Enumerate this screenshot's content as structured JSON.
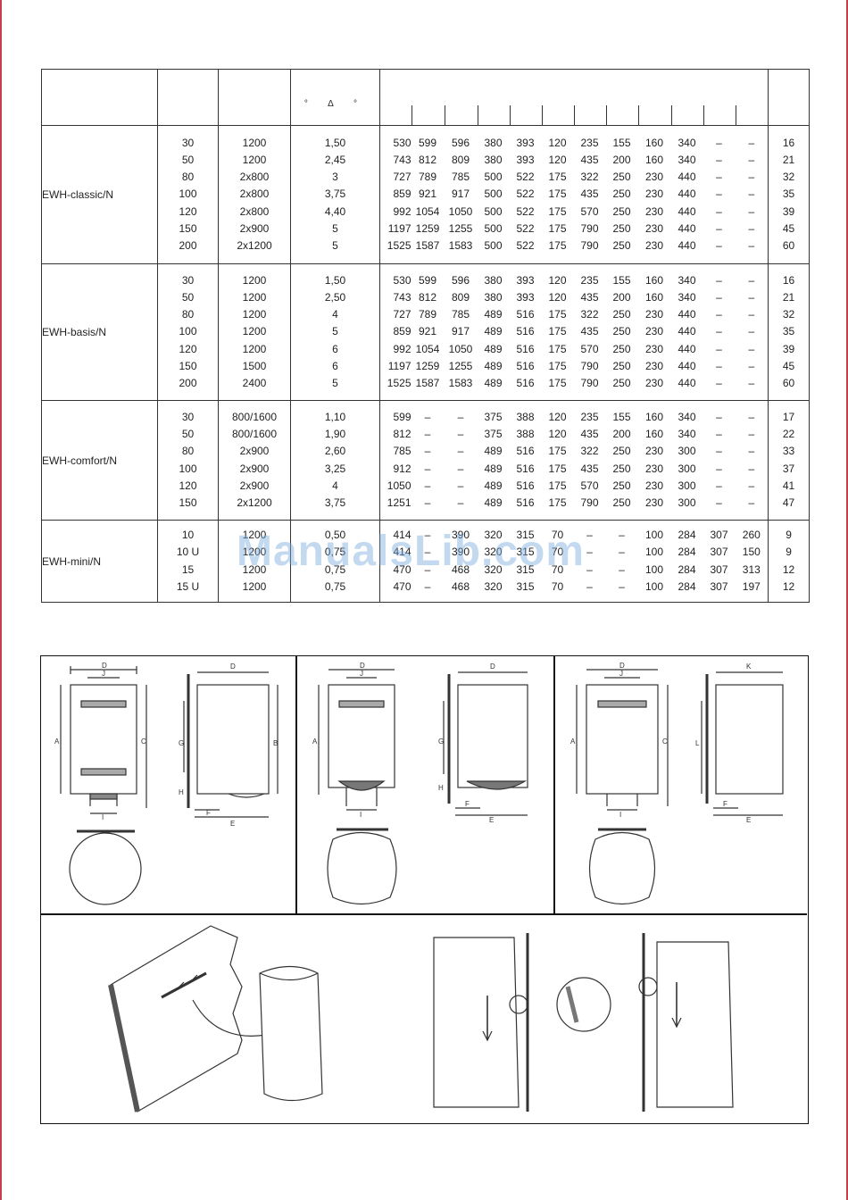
{
  "table": {
    "header": {
      "temp_symbols": "°  Δ  °"
    },
    "groups": [
      {
        "model": "EWH-classic/N",
        "rows": [
          [
            "30",
            "1200",
            "1,50",
            "530",
            "599",
            "596",
            "380",
            "393",
            "120",
            "235",
            "155",
            "160",
            "340",
            "–",
            "–",
            "16"
          ],
          [
            "50",
            "1200",
            "2,45",
            "743",
            "812",
            "809",
            "380",
            "393",
            "120",
            "435",
            "200",
            "160",
            "340",
            "–",
            "–",
            "21"
          ],
          [
            "80",
            "2x800",
            "3",
            "727",
            "789",
            "785",
            "500",
            "522",
            "175",
            "322",
            "250",
            "230",
            "440",
            "–",
            "–",
            "32"
          ],
          [
            "100",
            "2x800",
            "3,75",
            "859",
            "921",
            "917",
            "500",
            "522",
            "175",
            "435",
            "250",
            "230",
            "440",
            "–",
            "–",
            "35"
          ],
          [
            "120",
            "2x800",
            "4,40",
            "992",
            "1054",
            "1050",
            "500",
            "522",
            "175",
            "570",
            "250",
            "230",
            "440",
            "–",
            "–",
            "39"
          ],
          [
            "150",
            "2x900",
            "5",
            "1197",
            "1259",
            "1255",
            "500",
            "522",
            "175",
            "790",
            "250",
            "230",
            "440",
            "–",
            "–",
            "45"
          ],
          [
            "200",
            "2x1200",
            "5",
            "1525",
            "1587",
            "1583",
            "500",
            "522",
            "175",
            "790",
            "250",
            "230",
            "440",
            "–",
            "–",
            "60"
          ]
        ]
      },
      {
        "model": "EWH-basis/N",
        "rows": [
          [
            "30",
            "1200",
            "1,50",
            "530",
            "599",
            "596",
            "380",
            "393",
            "120",
            "235",
            "155",
            "160",
            "340",
            "–",
            "–",
            "16"
          ],
          [
            "50",
            "1200",
            "2,50",
            "743",
            "812",
            "809",
            "380",
            "393",
            "120",
            "435",
            "200",
            "160",
            "340",
            "–",
            "–",
            "21"
          ],
          [
            "80",
            "1200",
            "4",
            "727",
            "789",
            "785",
            "489",
            "516",
            "175",
            "322",
            "250",
            "230",
            "440",
            "–",
            "–",
            "32"
          ],
          [
            "100",
            "1200",
            "5",
            "859",
            "921",
            "917",
            "489",
            "516",
            "175",
            "435",
            "250",
            "230",
            "440",
            "–",
            "–",
            "35"
          ],
          [
            "120",
            "1200",
            "6",
            "992",
            "1054",
            "1050",
            "489",
            "516",
            "175",
            "570",
            "250",
            "230",
            "440",
            "–",
            "–",
            "39"
          ],
          [
            "150",
            "1500",
            "6",
            "1197",
            "1259",
            "1255",
            "489",
            "516",
            "175",
            "790",
            "250",
            "230",
            "440",
            "–",
            "–",
            "45"
          ],
          [
            "200",
            "2400",
            "5",
            "1525",
            "1587",
            "1583",
            "489",
            "516",
            "175",
            "790",
            "250",
            "230",
            "440",
            "–",
            "–",
            "60"
          ]
        ]
      },
      {
        "model": "EWH-comfort/N",
        "rows": [
          [
            "30",
            "800/1600",
            "1,10",
            "599",
            "–",
            "–",
            "375",
            "388",
            "120",
            "235",
            "155",
            "160",
            "340",
            "–",
            "–",
            "17"
          ],
          [
            "50",
            "800/1600",
            "1,90",
            "812",
            "–",
            "–",
            "375",
            "388",
            "120",
            "435",
            "200",
            "160",
            "340",
            "–",
            "–",
            "22"
          ],
          [
            "80",
            "2x900",
            "2,60",
            "785",
            "–",
            "–",
            "489",
            "516",
            "175",
            "322",
            "250",
            "230",
            "300",
            "–",
            "–",
            "33"
          ],
          [
            "100",
            "2x900",
            "3,25",
            "912",
            "–",
            "–",
            "489",
            "516",
            "175",
            "435",
            "250",
            "230",
            "300",
            "–",
            "–",
            "37"
          ],
          [
            "120",
            "2x900",
            "4",
            "1050",
            "–",
            "–",
            "489",
            "516",
            "175",
            "570",
            "250",
            "230",
            "300",
            "–",
            "–",
            "41"
          ],
          [
            "150",
            "2x1200",
            "3,75",
            "1251",
            "–",
            "–",
            "489",
            "516",
            "175",
            "790",
            "250",
            "230",
            "300",
            "–",
            "–",
            "47"
          ]
        ]
      },
      {
        "model": "EWH-mini/N",
        "rows": [
          [
            "10",
            "1200",
            "0,50",
            "414",
            "–",
            "390",
            "320",
            "315",
            "70",
            "–",
            "–",
            "100",
            "284",
            "307",
            "260",
            "9"
          ],
          [
            "10 U",
            "1200",
            "0,75",
            "414",
            "–",
            "390",
            "320",
            "315",
            "70",
            "–",
            "–",
            "100",
            "284",
            "307",
            "150",
            "9"
          ],
          [
            "15",
            "1200",
            "0,75",
            "470",
            "–",
            "468",
            "320",
            "315",
            "70",
            "–",
            "–",
            "100",
            "284",
            "307",
            "313",
            "12"
          ],
          [
            "15 U",
            "1200",
            "0,75",
            "470",
            "–",
            "468",
            "320",
            "315",
            "70",
            "–",
            "–",
            "100",
            "284",
            "307",
            "197",
            "12"
          ]
        ]
      }
    ]
  },
  "figures": {
    "dimension_letters": [
      "D",
      "J",
      "A",
      "G",
      "B",
      "H",
      "I",
      "F",
      "E",
      "C",
      "K",
      "L"
    ]
  },
  "watermark": "ManualsLib.com"
}
